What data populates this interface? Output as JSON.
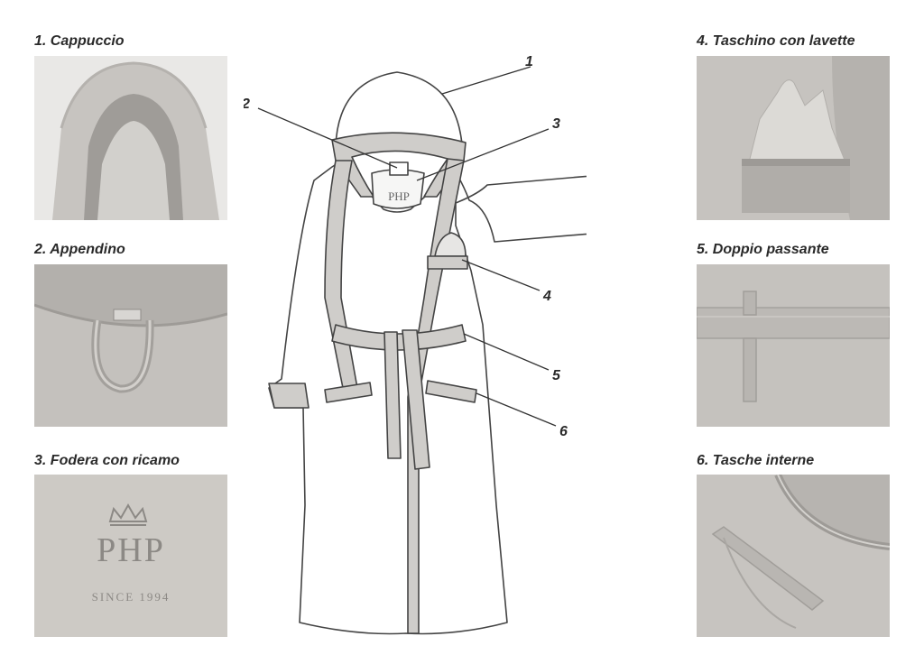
{
  "panels": [
    {
      "id": "cappuccio",
      "title": "1. Cappuccio"
    },
    {
      "id": "appendino",
      "title": "2. Appendino"
    },
    {
      "id": "fodera",
      "title": "3. Fodera con ricamo"
    },
    {
      "id": "taschino",
      "title": "4. Taschino con lavette"
    },
    {
      "id": "passante",
      "title": "5. Doppio passante"
    },
    {
      "id": "tasche",
      "title": "6. Tasche interne"
    }
  ],
  "callouts": [
    "1",
    "2",
    "3",
    "4",
    "5",
    "6"
  ],
  "embroidery": {
    "monogram": "PHP",
    "since": "SINCE 1994"
  },
  "colors": {
    "fabric": "#c9c6c2",
    "fabric_dark": "#a9a6a2",
    "trim": "#cfcdca",
    "outline": "#444444",
    "text": "#2a2a2a"
  }
}
